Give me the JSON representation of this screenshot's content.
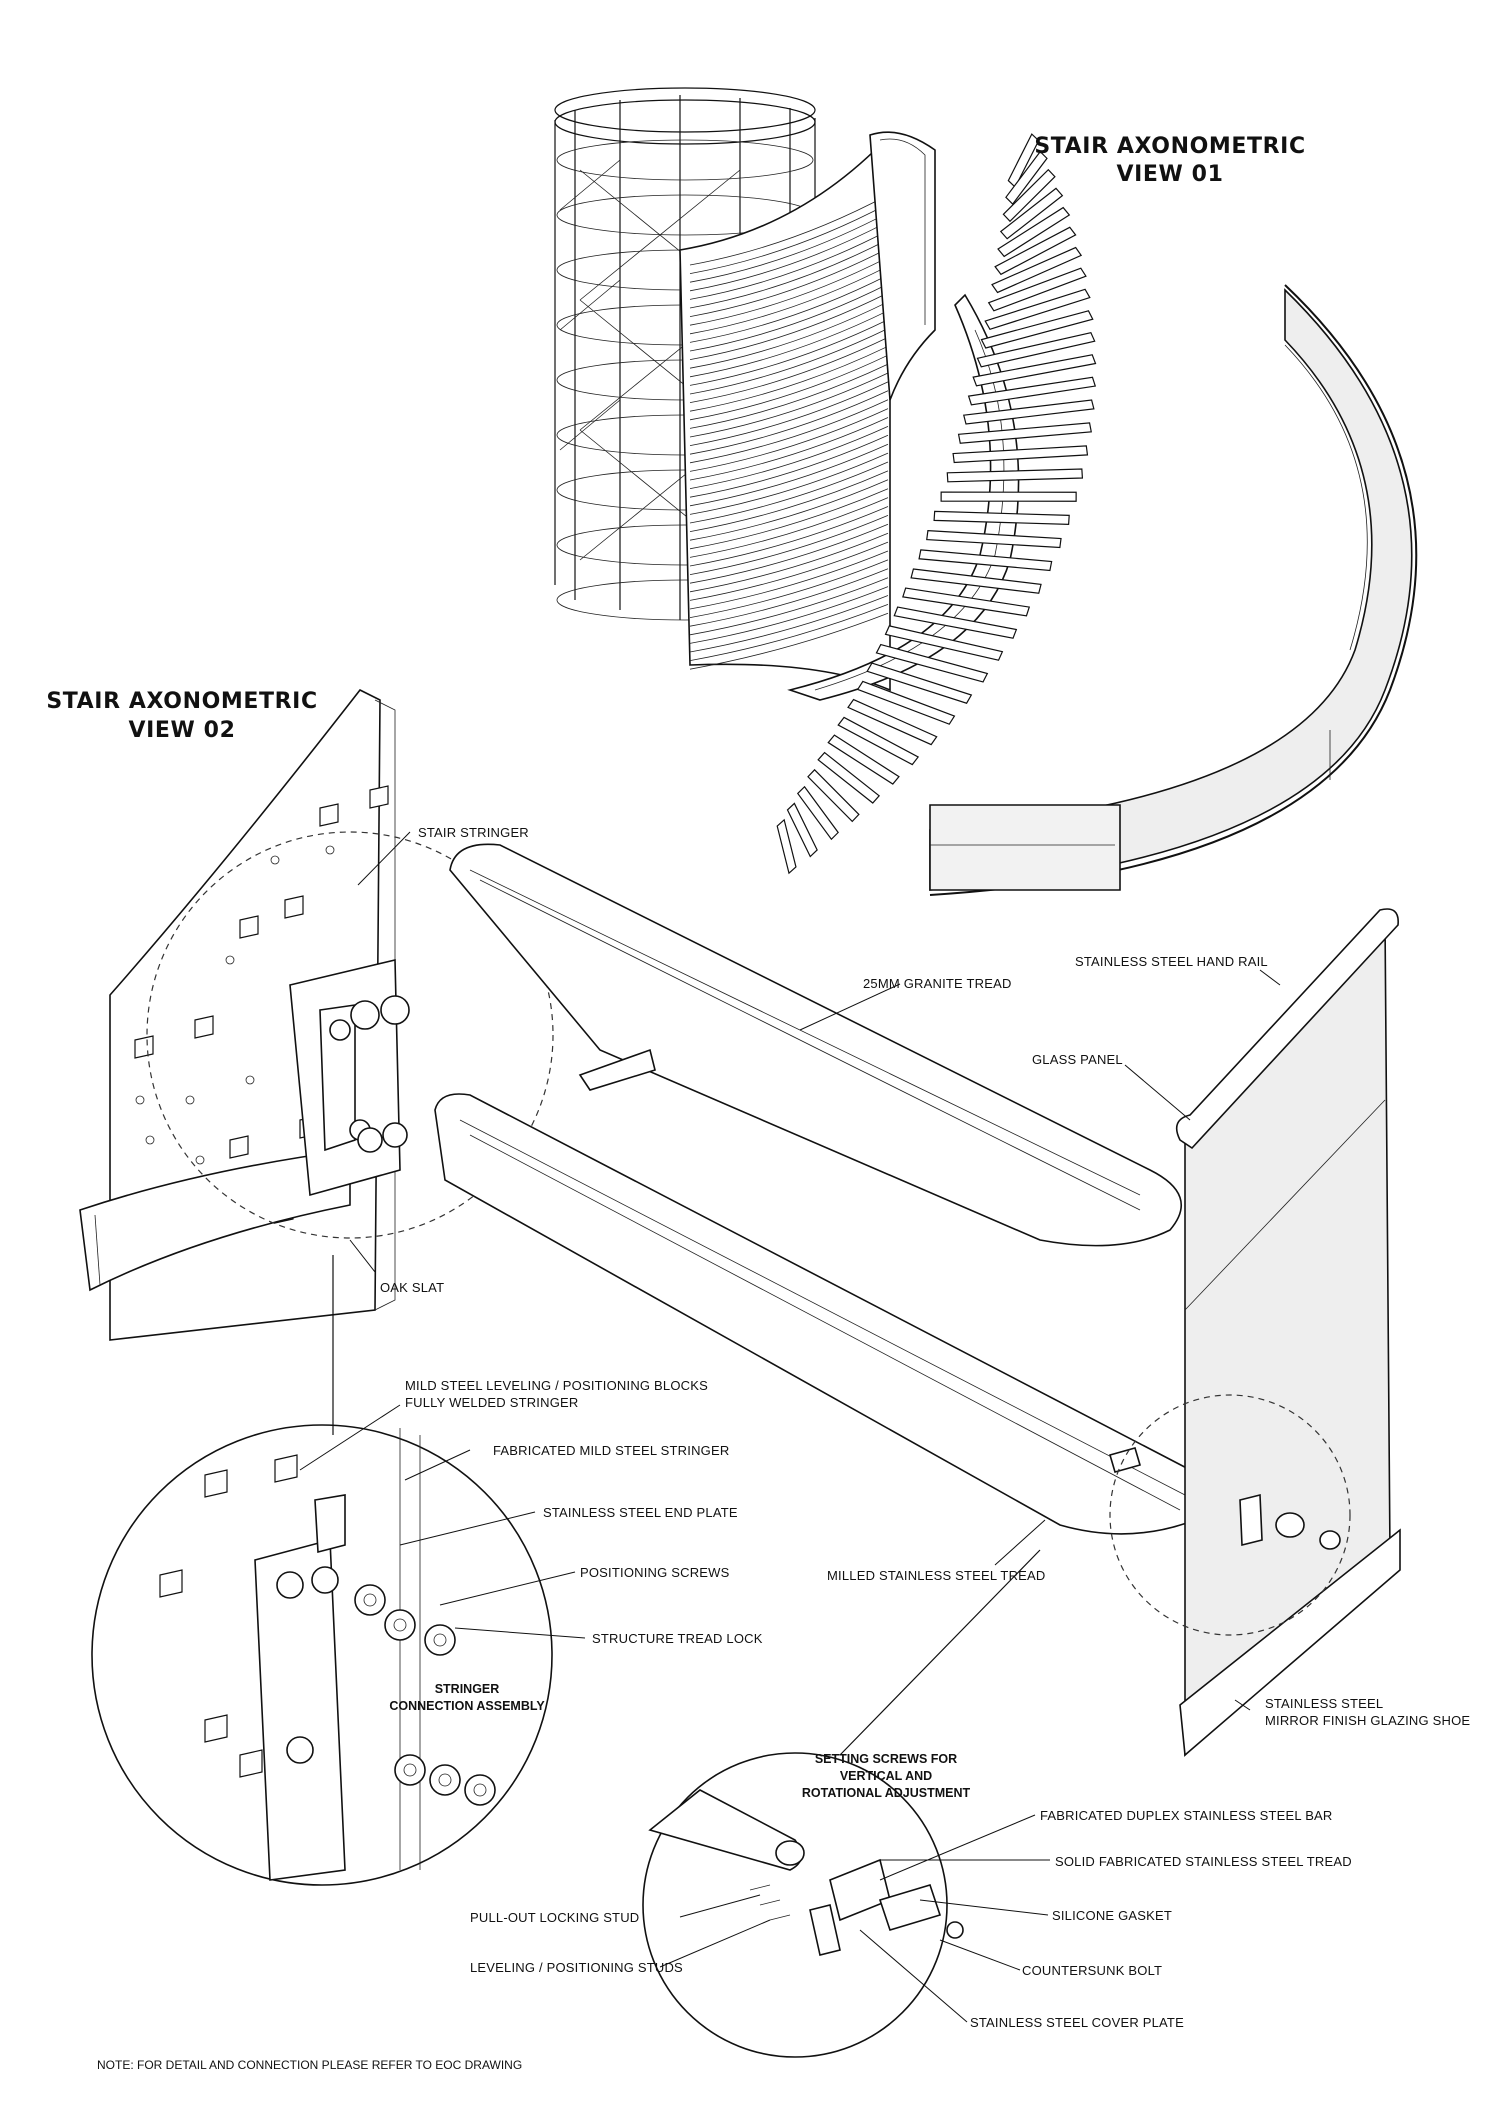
{
  "titles": {
    "view01_line1": "STAIR AXONOMETRIC",
    "view01_line2": "VIEW 01",
    "view02_line1": "STAIR AXONOMETRIC",
    "view02_line2": "VIEW 02"
  },
  "labels": {
    "stair_stringer": "STAIR STRINGER",
    "granite_tread": "25MM GRANITE TREAD",
    "hand_rail": "STAINLESS STEEL HAND RAIL",
    "glass_panel": "GLASS PANEL",
    "oak_slat": "OAK SLAT",
    "leveling_blocks_1": "MILD STEEL LEVELING / POSITIONING BLOCKS",
    "leveling_blocks_2": "FULLY WELDED STRINGER",
    "fabricated_stringer": "FABRICATED MILD STEEL STRINGER",
    "end_plate": "STAINLESS STEEL END PLATE",
    "positioning_screws": "POSITIONING SCREWS",
    "tread_lock": "STRUCTURE TREAD LOCK",
    "stringer_assembly_1": "STRINGER",
    "stringer_assembly_2": "CONNECTION ASSEMBLY",
    "milled_tread": "MILLED STAINLESS STEEL TREAD",
    "glazing_shoe_1": "STAINLESS STEEL",
    "glazing_shoe_2": "MIRROR FINISH GLAZING SHOE",
    "setting_screws_1": "SETTING SCREWS FOR",
    "setting_screws_2": "VERTICAL AND",
    "setting_screws_3": "ROTATIONAL ADJUSTMENT",
    "duplex_bar": "FABRICATED DUPLEX STAINLESS STEEL BAR",
    "solid_tread": "SOLID FABRICATED STAINLESS STEEL TREAD",
    "silicone_gasket": "SILICONE GASKET",
    "countersunk_bolt": "COUNTERSUNK BOLT",
    "cover_plate": "STAINLESS STEEL COVER PLATE",
    "pull_out_stud": "PULL-OUT LOCKING STUD",
    "leveling_studs": "LEVELING / POSITIONING STUDS"
  },
  "note": "NOTE: FOR DETAIL AND CONNECTION PLEASE REFER TO EOC DRAWING",
  "colors": {
    "ink": "#111111",
    "glass": "#eeeeee",
    "paper": "#ffffff"
  }
}
